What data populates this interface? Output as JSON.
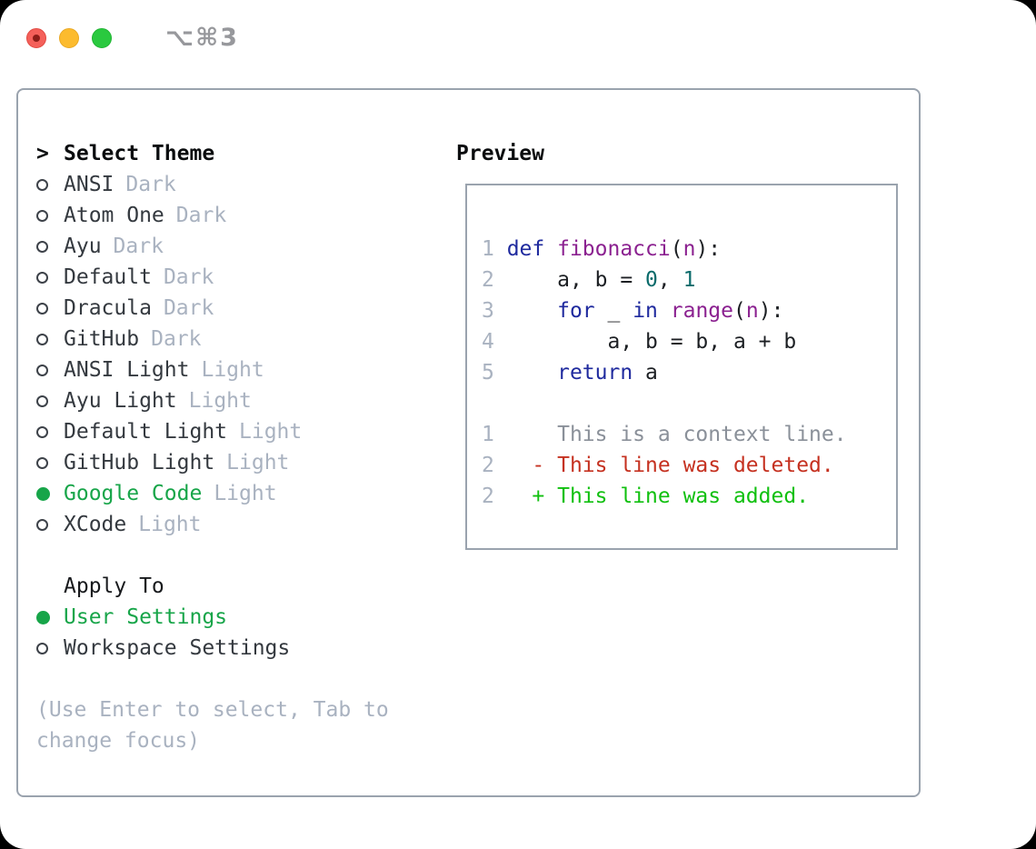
{
  "window": {
    "title": "⌥⌘3"
  },
  "titlebar": {
    "buttons": [
      "close",
      "minimize",
      "zoom"
    ]
  },
  "theme_panel": {
    "header_prefix": ">",
    "header": "Select Theme",
    "items": [
      {
        "name": "ANSI",
        "variant": "Dark",
        "selected": false
      },
      {
        "name": "Atom One",
        "variant": "Dark",
        "selected": false
      },
      {
        "name": "Ayu",
        "variant": "Dark",
        "selected": false
      },
      {
        "name": "Default",
        "variant": "Dark",
        "selected": false
      },
      {
        "name": "Dracula",
        "variant": "Dark",
        "selected": false
      },
      {
        "name": "GitHub",
        "variant": "Dark",
        "selected": false
      },
      {
        "name": "ANSI Light",
        "variant": "Light",
        "selected": false
      },
      {
        "name": "Ayu Light",
        "variant": "Light",
        "selected": false
      },
      {
        "name": "Default Light",
        "variant": "Light",
        "selected": false
      },
      {
        "name": "GitHub Light",
        "variant": "Light",
        "selected": false
      },
      {
        "name": "Google Code",
        "variant": "Light",
        "selected": true
      },
      {
        "name": "XCode",
        "variant": "Light",
        "selected": false
      }
    ],
    "apply_to": {
      "header": "Apply To",
      "options": [
        {
          "name": "User Settings",
          "selected": true
        },
        {
          "name": "Workspace Settings",
          "selected": false
        }
      ]
    },
    "hint_lines": [
      "(Use Enter to select, Tab to",
      "change focus)"
    ]
  },
  "preview": {
    "header": "Preview",
    "code_lines": [
      {
        "num": "1",
        "tokens": [
          {
            "text": "def ",
            "style": "kw"
          },
          {
            "text": "fibonacci",
            "style": "fn"
          },
          {
            "text": "(",
            "style": "pl"
          },
          {
            "text": "n",
            "style": "fn"
          },
          {
            "text": "):",
            "style": "pl"
          }
        ]
      },
      {
        "num": "2",
        "tokens": [
          {
            "text": "    a, b = ",
            "style": "pl"
          },
          {
            "text": "0",
            "style": "num"
          },
          {
            "text": ", ",
            "style": "pl"
          },
          {
            "text": "1",
            "style": "num"
          }
        ]
      },
      {
        "num": "3",
        "tokens": [
          {
            "text": "    ",
            "style": "pl"
          },
          {
            "text": "for",
            "style": "kw"
          },
          {
            "text": " _ ",
            "style": "pl"
          },
          {
            "text": "in",
            "style": "kw"
          },
          {
            "text": " ",
            "style": "pl"
          },
          {
            "text": "range",
            "style": "fn"
          },
          {
            "text": "(",
            "style": "pl"
          },
          {
            "text": "n",
            "style": "fn"
          },
          {
            "text": "):",
            "style": "pl"
          }
        ]
      },
      {
        "num": "4",
        "tokens": [
          {
            "text": "        a, b = b, a + b",
            "style": "pl"
          }
        ]
      },
      {
        "num": "5",
        "tokens": [
          {
            "text": "    ",
            "style": "pl"
          },
          {
            "text": "return",
            "style": "kw"
          },
          {
            "text": " a",
            "style": "pl"
          }
        ]
      }
    ],
    "diff_lines": [
      {
        "num": "1",
        "tokens": [
          {
            "text": "    This is a context line.",
            "style": "ctx"
          }
        ]
      },
      {
        "num": "2",
        "tokens": [
          {
            "text": "  - This line was deleted.",
            "style": "del"
          }
        ]
      },
      {
        "num": "2",
        "tokens": [
          {
            "text": "  + This line was added.",
            "style": "add"
          }
        ]
      }
    ]
  },
  "colors": {
    "accent_green": "#17a549",
    "diff_added": "#10c00f",
    "diff_deleted": "#c53120",
    "keyword_blue": "#1f2a9e",
    "identifier_purple": "#8b2190",
    "number_teal": "#0b6b6b",
    "muted_gray": "#a9b2c0",
    "context_gray": "#8a9099",
    "panel_border": "#9aa3ae",
    "traffic_red": "#f4605a",
    "traffic_yellow": "#fcbb2e",
    "traffic_green": "#2ac93f"
  }
}
